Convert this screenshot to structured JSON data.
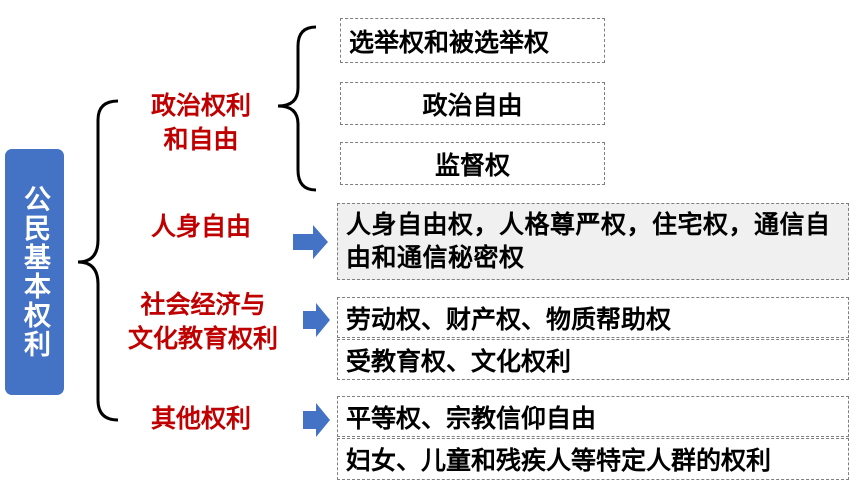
{
  "root": {
    "label": "公民基本权利",
    "color": "#4472c4"
  },
  "categories": [
    {
      "label": "政治权利\n和自由"
    },
    {
      "label": "人身自由"
    },
    {
      "label": "社会经济与\n文化教育权利"
    },
    {
      "label": "其他权利"
    }
  ],
  "items": {
    "political": [
      "选举权和被选举权",
      "政治自由",
      "监督权"
    ],
    "personal": [
      "人身自由权，人格尊严权，住宅权，通信自由和通信秘密权"
    ],
    "socio": [
      "劳动权、财产权、物质帮助权",
      "受教育权、文化权利"
    ],
    "other": [
      "平等权、宗教信仰自由",
      "妇女、儿童和残疾人等特定人群的权利"
    ]
  },
  "colors": {
    "category_text": "#c00000",
    "arrow": "#4472c4",
    "bracket": "#000000"
  }
}
